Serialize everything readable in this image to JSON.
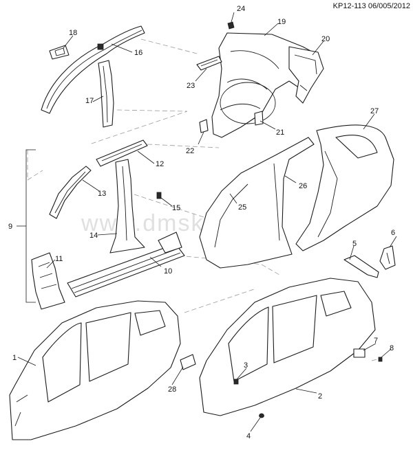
{
  "header": {
    "code": "KP12-113 06/005/2012"
  },
  "watermark": "www.dmsklad.ru",
  "callouts": {
    "c1": "1",
    "c2": "2",
    "c3": "3",
    "c4": "4",
    "c5": "5",
    "c6": "6",
    "c7": "7",
    "c8": "8",
    "c9": "9",
    "c10": "10",
    "c11": "11",
    "c12": "12",
    "c13": "13",
    "c14": "14",
    "c15": "15",
    "c16": "16",
    "c17": "17",
    "c18": "18",
    "c19": "19",
    "c20": "20",
    "c21": "21",
    "c22": "22",
    "c23": "23",
    "c24": "24",
    "c25": "25",
    "c26": "26",
    "c27": "27",
    "c28": "28"
  }
}
